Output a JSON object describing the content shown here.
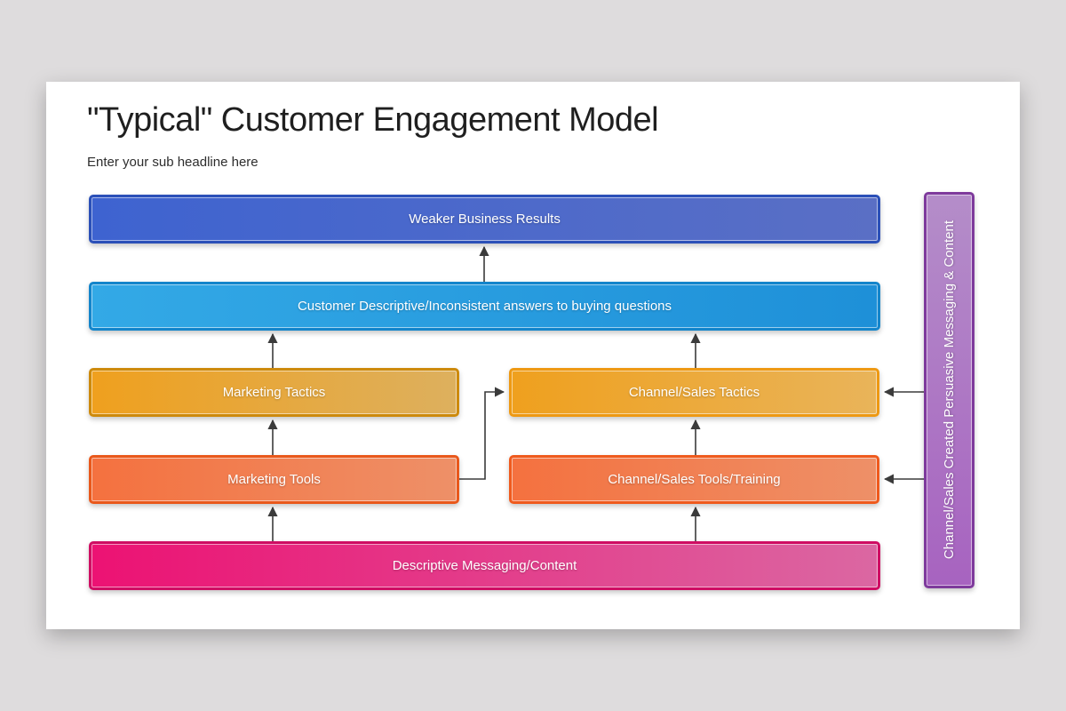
{
  "page": {
    "background_color": "#dedcdd",
    "slide_background_color": "#ffffff"
  },
  "slide": {
    "title": "\"Typical\" Customer Engagement Model",
    "subtitle": "Enter your sub headline here"
  },
  "diagram": {
    "connector_color": "#3b3b3b",
    "nodes": [
      {
        "id": "weaker-business-results",
        "label": "Weaker Business Results",
        "fill_start": "#3e63d0",
        "fill_end": "#5a6fc5",
        "border": "#2b50b8"
      },
      {
        "id": "customer-descriptive-inconsistent",
        "label": "Customer Descriptive/Inconsistent answers to buying questions",
        "fill_start": "#33a9e6",
        "fill_end": "#1e90d8",
        "border": "#1385cb"
      },
      {
        "id": "marketing-tactics",
        "label": "Marketing Tactics",
        "fill_start": "#efa01e",
        "fill_end": "#ddb05e",
        "border": "#cd8a0c"
      },
      {
        "id": "channel-sales-tactics",
        "label": "Channel/Sales Tactics",
        "fill_start": "#efa01e",
        "fill_end": "#e9b45a",
        "border": "#ee9913"
      },
      {
        "id": "marketing-tools",
        "label": "Marketing Tools",
        "fill_start": "#f4713f",
        "fill_end": "#ee9068",
        "border": "#e9581b"
      },
      {
        "id": "channel-sales-tools-training",
        "label": "Channel/Sales Tools/Training",
        "fill_start": "#f4713f",
        "fill_end": "#ee9068",
        "border": "#ef5a1d"
      },
      {
        "id": "descriptive-messaging-content",
        "label": "Descriptive Messaging/Content",
        "fill_start": "#ec1273",
        "fill_end": "#db67a2",
        "border": "#cf0d63"
      },
      {
        "id": "channel-sales-created-persuasive",
        "label": "Channel/Sales Created Persuasive Messaging & Content",
        "fill_start": "#b48dc9",
        "fill_end": "#a763c0",
        "border": "#7e3a9c"
      }
    ]
  }
}
